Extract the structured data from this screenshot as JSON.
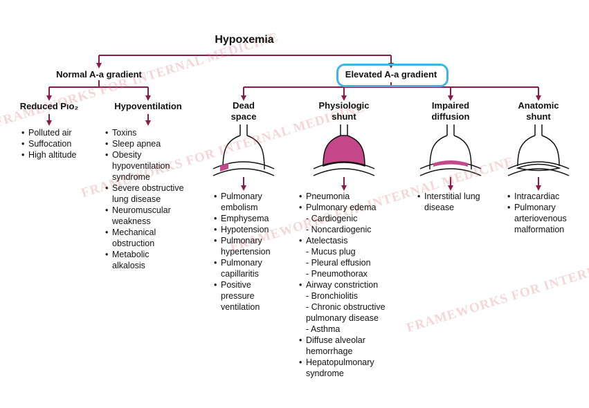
{
  "title": "Hypoxemia",
  "left_branch": "Normal A-a gradient",
  "right_branch": "Elevated A-a gradient",
  "categories": {
    "reduced_pio2": "Reduced Pıo₂",
    "hypoventilation": "Hypoventilation",
    "dead_space": [
      "Dead",
      "space"
    ],
    "physiologic_shunt": [
      "Physiologic",
      "shunt"
    ],
    "impaired_diffusion": [
      "Impaired",
      "diffusion"
    ],
    "anatomic_shunt": [
      "Anatomic",
      "shunt"
    ]
  },
  "lists": {
    "reduced_pio2": [
      {
        "t": "b",
        "x": "Polluted air"
      },
      {
        "t": "b",
        "x": "Suffocation"
      },
      {
        "t": "b",
        "x": "High altitude"
      }
    ],
    "hypoventilation": [
      {
        "t": "b",
        "x": "Toxins"
      },
      {
        "t": "b",
        "x": "Sleep apnea"
      },
      {
        "t": "b",
        "x": "Obesity"
      },
      {
        "t": "c",
        "x": "hypoventilation"
      },
      {
        "t": "c",
        "x": "syndrome"
      },
      {
        "t": "b",
        "x": "Severe obstructive"
      },
      {
        "t": "c",
        "x": "lung disease"
      },
      {
        "t": "b",
        "x": "Neuromuscular"
      },
      {
        "t": "c",
        "x": "weakness"
      },
      {
        "t": "b",
        "x": "Mechanical"
      },
      {
        "t": "c",
        "x": "obstruction"
      },
      {
        "t": "b",
        "x": "Metabolic"
      },
      {
        "t": "c",
        "x": "alkalosis"
      }
    ],
    "dead_space": [
      {
        "t": "b",
        "x": "Pulmonary"
      },
      {
        "t": "c",
        "x": "embolism"
      },
      {
        "t": "b",
        "x": "Emphysema"
      },
      {
        "t": "b",
        "x": "Hypotension"
      },
      {
        "t": "b",
        "x": "Pulmonary"
      },
      {
        "t": "c",
        "x": "hypertension"
      },
      {
        "t": "b",
        "x": "Pulmonary"
      },
      {
        "t": "c",
        "x": "capillaritis"
      },
      {
        "t": "b",
        "x": "Positive"
      },
      {
        "t": "c",
        "x": "pressure"
      },
      {
        "t": "c",
        "x": "ventilation"
      }
    ],
    "physiologic_shunt": [
      {
        "t": "b",
        "x": "Pneumonia"
      },
      {
        "t": "b",
        "x": "Pulmonary edema"
      },
      {
        "t": "s",
        "x": "- Cardiogenic"
      },
      {
        "t": "s",
        "x": "- Noncardiogenic"
      },
      {
        "t": "b",
        "x": "Atelectasis"
      },
      {
        "t": "s",
        "x": "- Mucus plug"
      },
      {
        "t": "s",
        "x": "- Pleural effusion"
      },
      {
        "t": "s",
        "x": "- Pneumothorax"
      },
      {
        "t": "b",
        "x": "Airway constriction"
      },
      {
        "t": "s",
        "x": "- Bronchiolitis"
      },
      {
        "t": "s",
        "x": "- Chronic obstructive"
      },
      {
        "t": "c",
        "x": "  pulmonary disease"
      },
      {
        "t": "s",
        "x": "- Asthma"
      },
      {
        "t": "b",
        "x": "Diffuse alveolar"
      },
      {
        "t": "c",
        "x": "hemorrhage"
      },
      {
        "t": "b",
        "x": "Hepatopulmonary"
      },
      {
        "t": "c",
        "x": "syndrome"
      }
    ],
    "impaired_diffusion": [
      {
        "t": "b",
        "x": "Interstitial lung"
      },
      {
        "t": "c",
        "x": "disease"
      }
    ],
    "anatomic_shunt": [
      {
        "t": "b",
        "x": "Intracardiac"
      },
      {
        "t": "b",
        "x": "Pulmonary"
      },
      {
        "t": "c",
        "x": "arteriovenous"
      },
      {
        "t": "c",
        "x": "malformation"
      }
    ]
  },
  "watermark": "FRAMEWORKS FOR INTERNAL MEDICINE",
  "colors": {
    "connector": "#8b1a4a",
    "fill": "#c4478a",
    "highlight": "#3fb4e6"
  }
}
